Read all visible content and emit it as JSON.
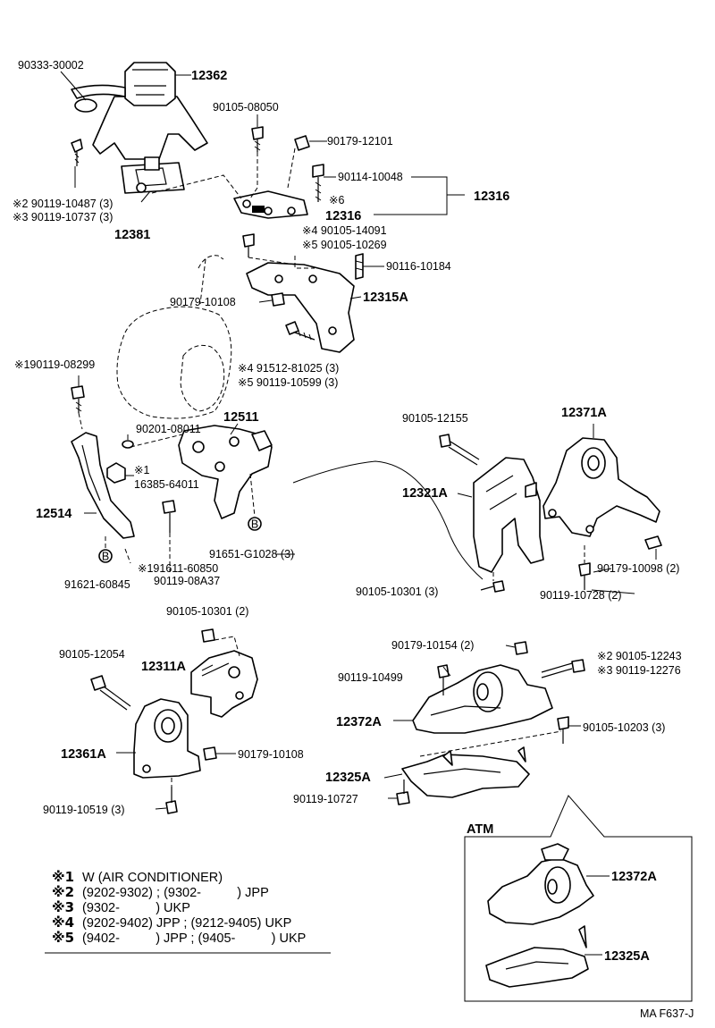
{
  "labels": {
    "p90333_30002": "90333-30002",
    "p12362": "12362",
    "p90105_08050": "90105-08050",
    "p90179_12101": "90179-12101",
    "p90114_10048": "90114-10048",
    "p12316_group": "12316",
    "p6_mark": "※6",
    "p12316": "12316",
    "p2_90119_10487": "※2 90119-10487 (3)",
    "p3_90119_10737": "※3 90119-10737 (3)",
    "p12381": "12381",
    "p4_90105_14091": "※4 90105-14091",
    "p5_90105_10269": "※5 90105-10269",
    "p90116_10184": "90116-10184",
    "p90179_10108_a": "90179-10108",
    "p12315A": "12315A",
    "p1_90119_08299": "※190119-08299",
    "p4_91512_81025": "※4 91512-81025 (3)",
    "p5_90119_10599": "※5 90119-10599 (3)",
    "p90201_08011": "90201-08011",
    "p12511": "12511",
    "p1_mark": "※1",
    "p16385_64011": "16385-64011",
    "p12514": "12514",
    "p91651_G1028": "91651-G1028 (3)",
    "p1_91611_60850": "※191611-60850",
    "p91621_60845": "91621-60845",
    "p90119_08A37": "90119-08A37",
    "p90105_12155": "90105-12155",
    "p12371A": "12371A",
    "p12321A": "12321A",
    "p90105_10301_b": "90105-10301 (3)",
    "p90179_10098": "90179-10098 (2)",
    "p90119_10728": "90119-10728 (2)",
    "p90105_10301_a": "90105-10301 (2)",
    "p90105_12054": "90105-12054",
    "p12311A": "12311A",
    "p12361A": "12361A",
    "p90179_10108_b": "90179-10108",
    "p90119_10519": "90119-10519 (3)",
    "p90179_10154": "90179-10154 (2)",
    "p90119_10499": "90119-10499",
    "p2_90105_12243": "※2 90105-12243",
    "p3_90119_12276": "※3 90119-12276",
    "p12372A": "12372A",
    "p90105_10203": "90105-10203 (3)",
    "p12325A": "12325A",
    "p90119_10727": "90119-10727",
    "atm_title": "ATM",
    "atm_12372A": "12372A",
    "atm_12325A": "12325A",
    "circle_b": "B",
    "circle_b2": "B",
    "footer_code": "MA F637-J"
  },
  "notes": [
    {
      "mark": "※1",
      "text": "W (AIR CONDITIONER)"
    },
    {
      "mark": "※2",
      "text": "(9202-9302) ; (9302-          ) JPP"
    },
    {
      "mark": "※3",
      "text": "(9302-          ) UKP"
    },
    {
      "mark": "※4",
      "text": "(9202-9402) JPP ; (9212-9405) UKP"
    },
    {
      "mark": "※5",
      "text": "(9402-          ) JPP ; (9405-          ) UKP"
    }
  ]
}
